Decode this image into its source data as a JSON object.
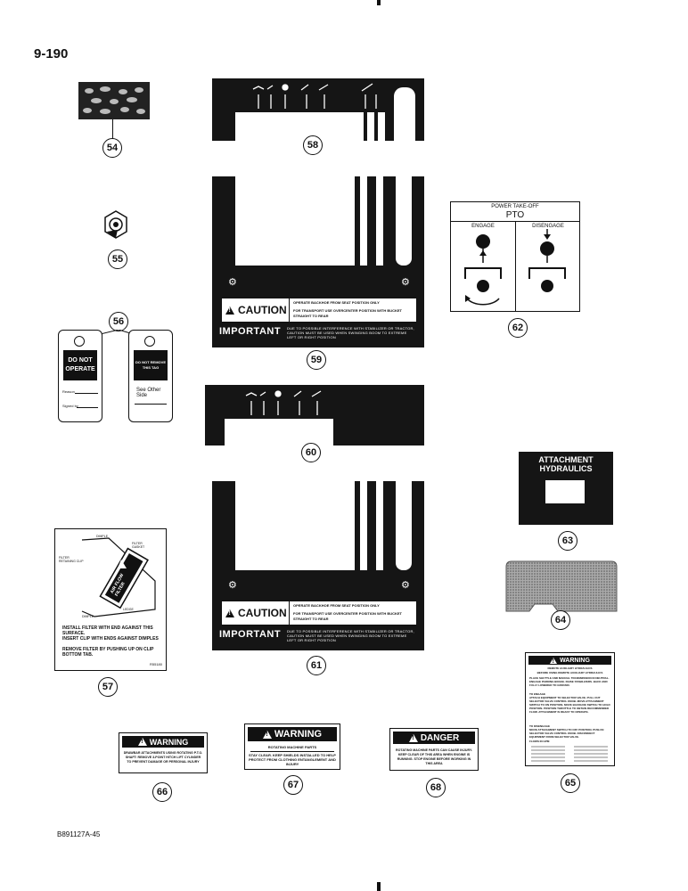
{
  "page": {
    "number": "9-190",
    "figure_id": "B891127A-45"
  },
  "callouts": [
    "54",
    "55",
    "56",
    "57",
    "58",
    "59",
    "60",
    "61",
    "62",
    "63",
    "64",
    "65",
    "66",
    "67",
    "68"
  ],
  "decal_59": {
    "caution_title": "CAUTION",
    "caution_line1": "OPERATE BACKHOE FROM SEAT POSITION ONLY",
    "caution_line2": "FOR TRANSPORT USE OVERCENTER POSITION WITH BUCKET STRAIGHT TO REAR",
    "important_title": "IMPORTANT",
    "important_text": "DUE TO POSSIBLE INTERFERENCE WITH STABILIZER OR TRACTOR, CAUTION MUST BE USED WHEN SWINGING BOOM TO EXTREME LEFT OR RIGHT POSITION"
  },
  "decal_61": {
    "caution_title": "CAUTION",
    "caution_line1": "OPERATE BACKHOE FROM SEAT POSITION ONLY",
    "caution_line2": "FOR TRANSPORT USE OVERCENTER POSITION WITH BUCKET STRAIGHT TO REAR",
    "important_title": "IMPORTANT",
    "important_text": "DUE TO POSSIBLE INTERFERENCE WITH STABILIZER OR TRACTOR, CAUTION MUST BE USED WHEN SWINGING BOOM TO EXTREME LEFT OR RIGHT POSITION"
  },
  "tags_56": {
    "left_text_1": "DO NOT",
    "left_text_2": "OPERATE",
    "left_field_1": "Reason",
    "left_field_2": "Signed by",
    "right_text_1": "DO NOT REMOVE",
    "right_text_2": "THIS TAG",
    "right_note": "See Other Side"
  },
  "decal_57": {
    "dimple_top": "DIMPLE",
    "filter_gasket": "FILTER GASKET",
    "retaining_clip": "FILTER RETAINING CLIP",
    "ledge": "LEDGE",
    "dimple_bottom": "DIMPLE",
    "filter_label": "AIR FLOW FILTER",
    "instr_1": "INSTALL FILTER WITH END AGAINST THIS SURFACE.",
    "instr_2": "INSERT CLIP WITH ENDS AGAINST DIMPLES",
    "instr_3": "REMOVE FILTER BY PUSHING UP ON CLIP BOTTOM TAB.",
    "part_no": "R55180"
  },
  "decal_67": {
    "title": "POWER TAKE-OFF",
    "subtitle": "PTO",
    "engage": "ENGAGE",
    "disengage": "DISENGAGE"
  },
  "decal_62": {
    "line1": "ATTACHMENT",
    "line2": "HYDRAULICS"
  },
  "decal_68": {
    "header": "WARNING",
    "body": "DRAWBAR ATTACHMENTS USING ROTATING P.T.O. SHAFT: REMOVE 3-POINT HITCH LIFT CYLINDER TO PREVENT DAMAGE OR PERSONAL INJURY"
  },
  "decal_65": {
    "header": "WARNING",
    "body_1": "ROTATING MACHINE PARTS",
    "body_2": "STAY CLEAR. KEEP SHIELDS INSTALLED TO HELP PROTECT FROM CLOTHING ENTANGLEMENT AND INJURY"
  },
  "decal_66": {
    "header": "DANGER",
    "body": "ROTATING MACHINE PARTS CAN CAUSE INJURY. KEEP CLEAR OF THIS AREA WHEN ENGINE IS RUNNING. STOP ENGINE BEFORE WORKING IN THIS AREA"
  },
  "decal_63": {
    "header": "WARNING",
    "sub": "REMOTE AUXILIARY HYDRAULICS",
    "line1": "BEFORE USING REMOTE AUXILIARY HYDRAULICS",
    "line2": "PLACE SHUTTLE AND MANUAL TRANSMISSION IN NEUTRAL. ENGAGE PARKING BRAKE. RAISE STABILIZERS. BACK AND FULLY LOWERED TO GROUND.",
    "sec1": "TO ENGAGE",
    "sec1_text": "ATTACH EQUIPMENT TO SELECTOR VALVE. PULL OUT SELECTOR VALVE CONTROL KNOB. MOVE ATTACHMENT SWITCH TO ON POSITION. MOVE BACKHOE SWITCH TO HOLD POSITION. POSITION THROTTLE TO OBTAIN RECOMMENDED FLOW. ATTACHMENT IS READY TO OPERATE.",
    "sec2": "TO DISENGAGE",
    "sec2_text": "MOVE ATTACHMENT SWITCH TO OFF POSITION. PUSH IN SELECTOR VALVE CONTROL KNOB. DISCONNECT EQUIPMENT FROM SELECTOR VALVE.",
    "sec3": "FLOWS IN GPM"
  }
}
